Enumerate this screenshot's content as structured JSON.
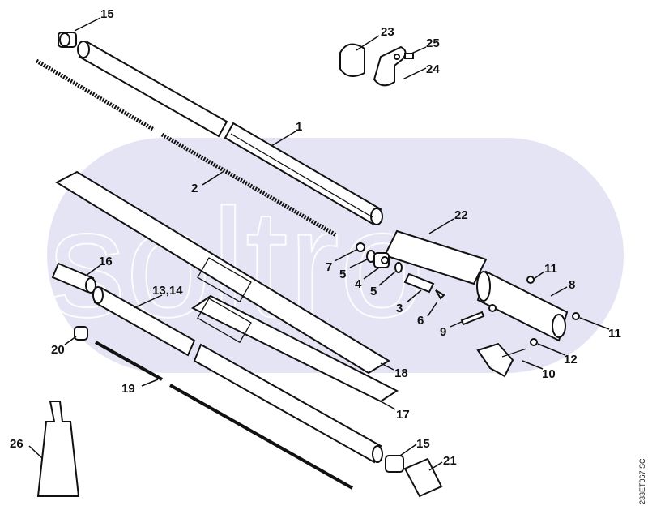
{
  "diagram": {
    "watermark": "soltro",
    "drawing_code": "233ET067 SC",
    "background_color": "#e4e4f4",
    "callouts": [
      "15",
      "23",
      "25",
      "24",
      "1",
      "2",
      "22",
      "7",
      "5",
      "4",
      "5",
      "11",
      "8",
      "3",
      "6",
      "9",
      "11",
      "12",
      "10",
      "16",
      "13,14",
      "20",
      "18",
      "19",
      "17",
      "26",
      "15",
      "21"
    ]
  }
}
